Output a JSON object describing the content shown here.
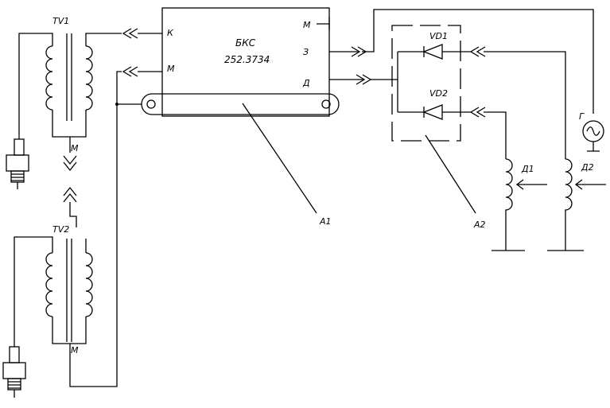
{
  "block": {
    "name": "БКС",
    "model": "252.3734",
    "pin_k": "К",
    "pin_m_left": "М",
    "pin_m_right": "М",
    "pin_z": "З",
    "pin_d": "Д"
  },
  "labels": {
    "tv1": "TV1",
    "tv2": "TV2",
    "m1": "М",
    "m2": "М",
    "vd1": "VD1",
    "vd2": "VD2",
    "g": "Г",
    "d1": "Д1",
    "d2": "Д2",
    "a1": "А1",
    "a2": "А2"
  }
}
